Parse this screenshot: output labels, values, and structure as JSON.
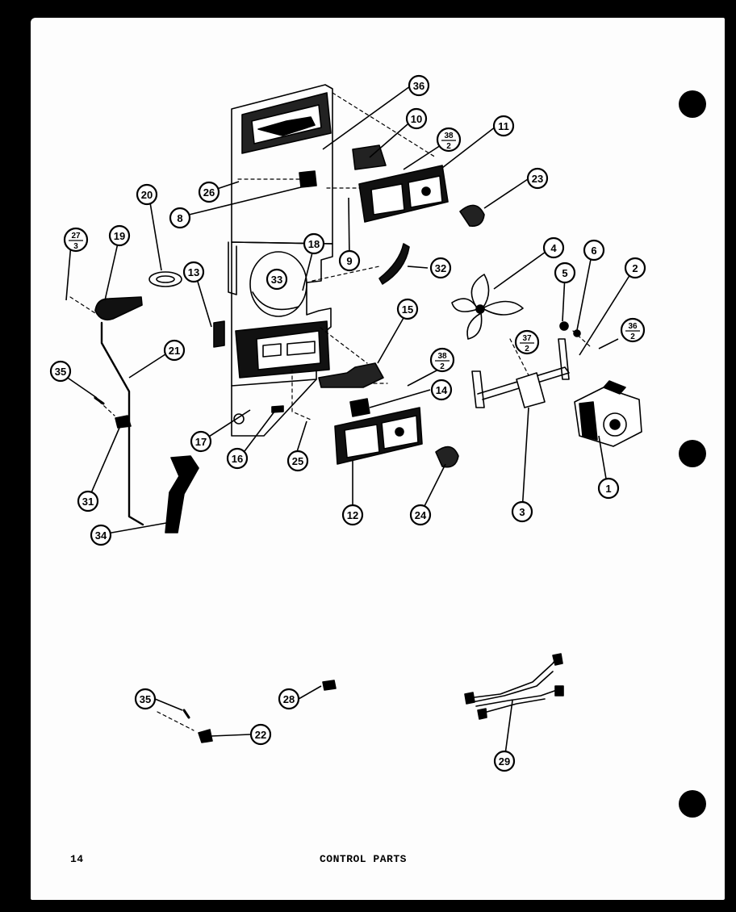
{
  "page": {
    "number": "14",
    "caption": "CONTROL PARTS"
  },
  "callouts": [
    {
      "id": "c36a",
      "label": "36"
    },
    {
      "id": "c10",
      "label": "10"
    },
    {
      "id": "c38a",
      "num": "38",
      "den": "2"
    },
    {
      "id": "c11",
      "label": "11"
    },
    {
      "id": "c26",
      "label": "26"
    },
    {
      "id": "c23",
      "label": "23"
    },
    {
      "id": "c8",
      "label": "8"
    },
    {
      "id": "c20",
      "label": "20"
    },
    {
      "id": "c27",
      "num": "27",
      "den": "3"
    },
    {
      "id": "c19",
      "label": "19"
    },
    {
      "id": "c13",
      "label": "13"
    },
    {
      "id": "c18",
      "label": "18"
    },
    {
      "id": "c9",
      "label": "9"
    },
    {
      "id": "c32",
      "label": "32"
    },
    {
      "id": "c33",
      "label": "33"
    },
    {
      "id": "c4",
      "label": "4"
    },
    {
      "id": "c6",
      "label": "6"
    },
    {
      "id": "c2",
      "label": "2"
    },
    {
      "id": "c5",
      "label": "5"
    },
    {
      "id": "c36b",
      "num": "36",
      "den": "2"
    },
    {
      "id": "c37",
      "num": "37",
      "den": "2"
    },
    {
      "id": "c15",
      "label": "15"
    },
    {
      "id": "c21",
      "label": "21"
    },
    {
      "id": "c38b",
      "num": "38",
      "den": "2"
    },
    {
      "id": "c35a",
      "label": "35"
    },
    {
      "id": "c14",
      "label": "14"
    },
    {
      "id": "c17",
      "label": "17"
    },
    {
      "id": "c16",
      "label": "16"
    },
    {
      "id": "c25",
      "label": "25"
    },
    {
      "id": "c1",
      "label": "1"
    },
    {
      "id": "c31",
      "label": "31"
    },
    {
      "id": "c12",
      "label": "12"
    },
    {
      "id": "c24",
      "label": "24"
    },
    {
      "id": "c3",
      "label": "3"
    },
    {
      "id": "c34",
      "label": "34"
    },
    {
      "id": "c35b",
      "label": "35"
    },
    {
      "id": "c28",
      "label": "28"
    },
    {
      "id": "c22",
      "label": "22"
    },
    {
      "id": "c29",
      "label": "29"
    }
  ]
}
